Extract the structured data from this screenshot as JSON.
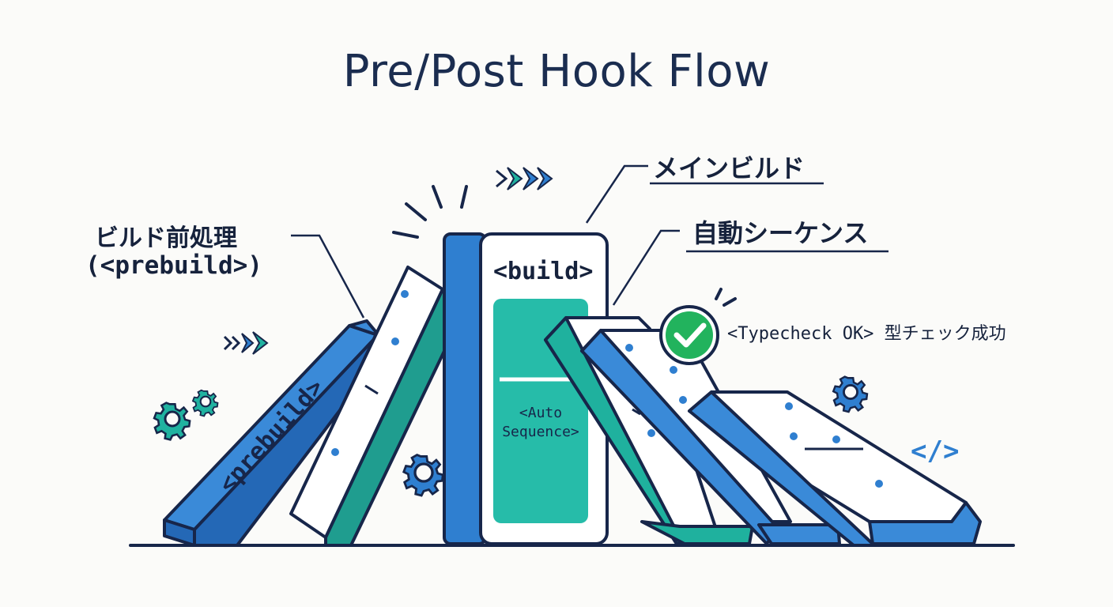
{
  "title": "Pre/Post Hook Flow",
  "labels": {
    "prebuild_jp": "ビルド前処理",
    "prebuild_code": "(<prebuild>)",
    "main_build": "メインビルド",
    "auto_sequence_jp": "自動シーケンス",
    "typecheck": "<Typecheck OK> 型チェック成功"
  },
  "dominoes": {
    "prebuild": "<prebuild>",
    "build": "<build>",
    "auto_line1": "<Auto",
    "auto_line2": "Sequence>"
  },
  "decor": {
    "code_icon": "</>",
    "check_icon": "check-icon",
    "gear_icon": "gear-icon",
    "arrow_icon": "chevron-arrows-icon"
  },
  "colors": {
    "blue": "#2f7fd0",
    "teal": "#20b2a0",
    "navy": "#17264a",
    "check_green": "#20b25a"
  }
}
